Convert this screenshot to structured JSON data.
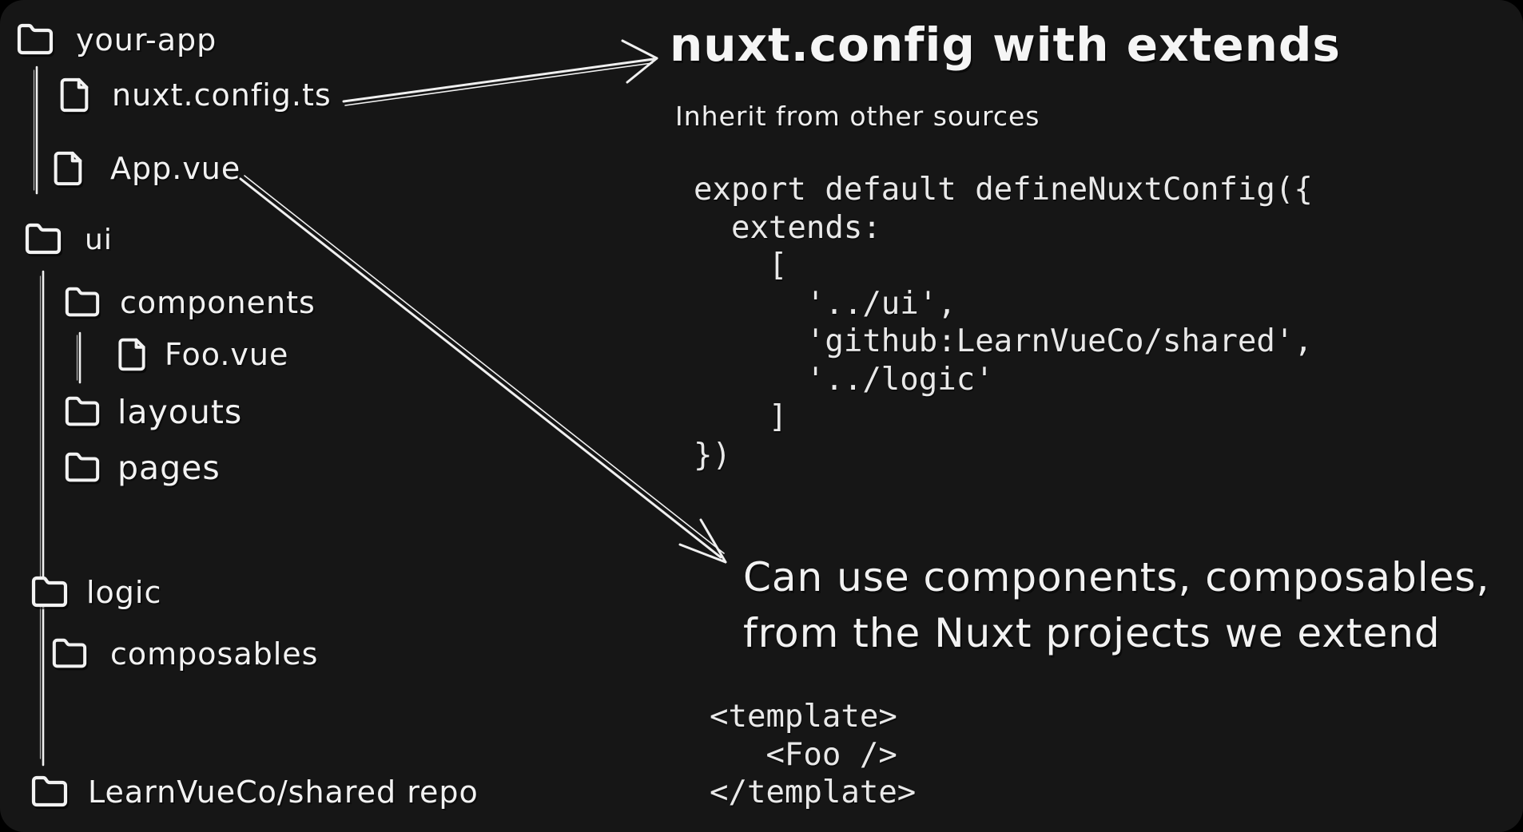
{
  "colors": {
    "page_background": "#000000",
    "canvas_background": "#161616",
    "ink": "#f2f2f2",
    "code_text": "#e9e9e9"
  },
  "icons": {
    "folder": "folder-icon",
    "file": "file-icon",
    "arrow_to_title": "sketch-arrow-right",
    "arrow_to_note": "sketch-arrow-down-right"
  },
  "tree": {
    "items": [
      {
        "label": "your-app",
        "type": "folder",
        "depth": 0
      },
      {
        "label": "nuxt.config.ts",
        "type": "file",
        "depth": 1
      },
      {
        "label": "App.vue",
        "type": "file",
        "depth": 1
      },
      {
        "label": "ui",
        "type": "folder",
        "depth": 0
      },
      {
        "label": "components",
        "type": "folder",
        "depth": 1
      },
      {
        "label": "Foo.vue",
        "type": "file",
        "depth": 2
      },
      {
        "label": "layouts",
        "type": "folder",
        "depth": 1
      },
      {
        "label": "pages",
        "type": "folder",
        "depth": 1
      },
      {
        "label": "logic",
        "type": "folder",
        "depth": 0
      },
      {
        "label": "composables",
        "type": "folder",
        "depth": 1
      },
      {
        "label": "LearnVueCo/shared repo",
        "type": "folder",
        "depth": 0
      }
    ]
  },
  "heading": {
    "title": "nuxt.config with extends",
    "subtitle": "Inherit from other sources"
  },
  "note": {
    "line1": "Can use components, composables,",
    "line2": "from the Nuxt projects we extend"
  },
  "code": {
    "nuxt_config": [
      "export default defineNuxtConfig({",
      "  extends:",
      "    [",
      "      '../ui',",
      "      'github:LearnVueCo/shared',",
      "      '../logic'",
      "    ]",
      "})"
    ],
    "app_template": [
      "<template>",
      "   <Foo />",
      "</template>"
    ]
  }
}
